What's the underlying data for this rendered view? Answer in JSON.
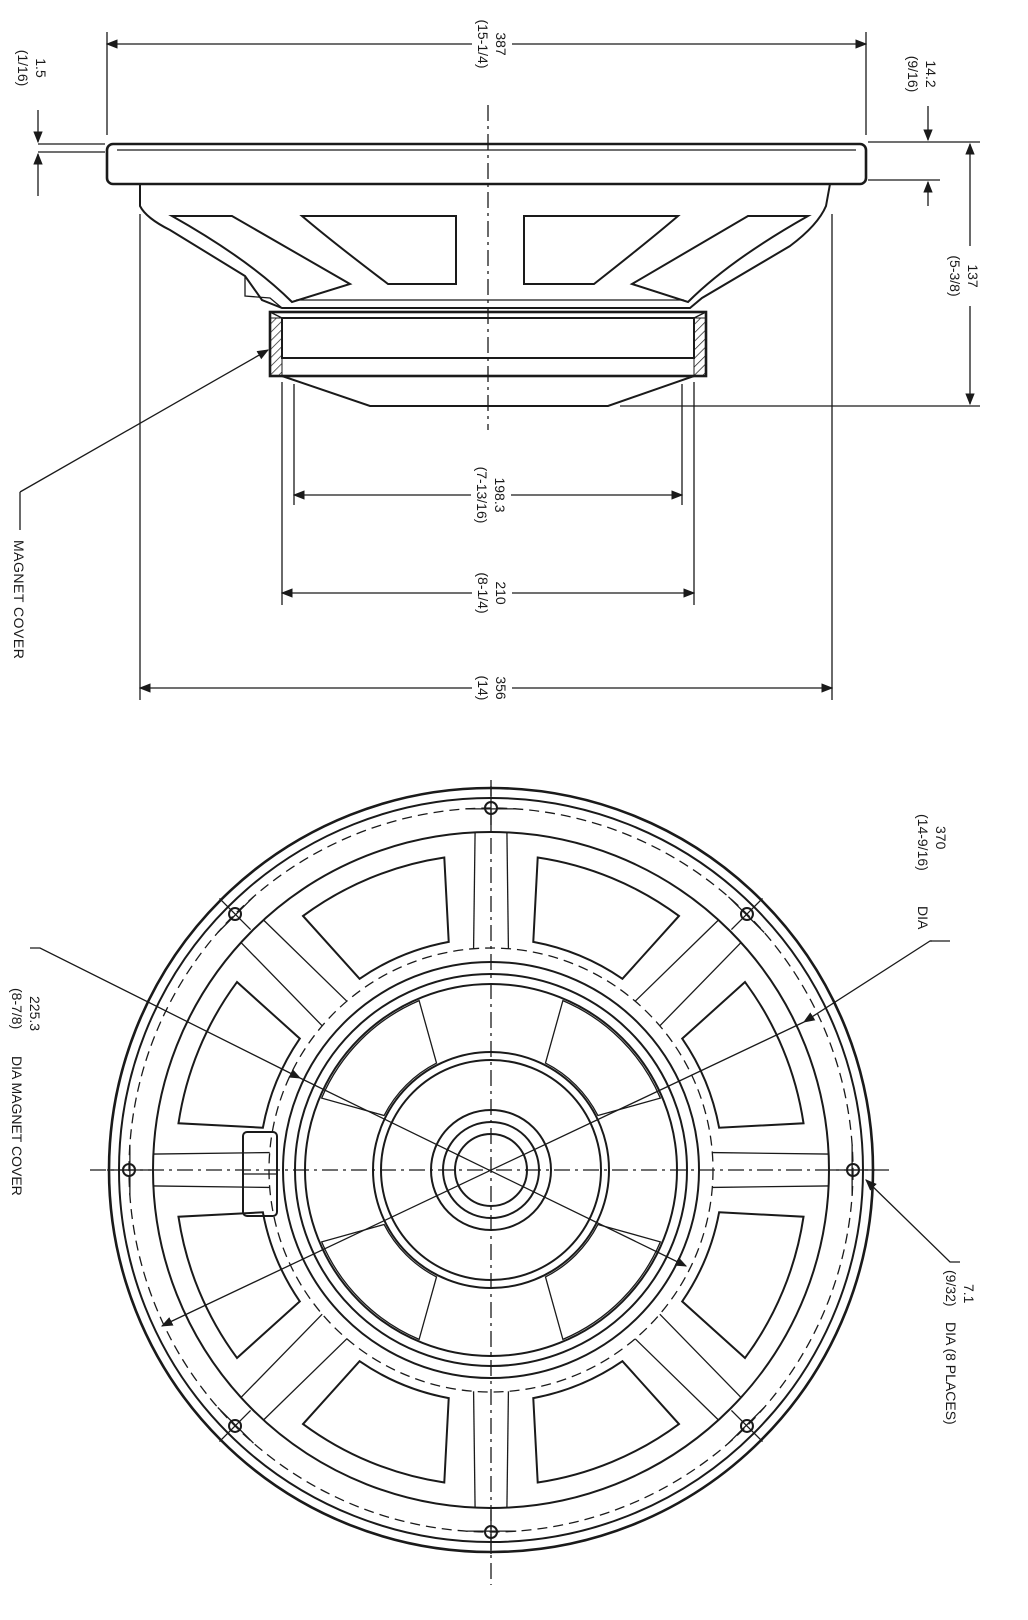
{
  "dimensions": {
    "overall_width": {
      "mm": "387",
      "in": "(15-1/4)"
    },
    "flange_thickness": {
      "mm": "1.5",
      "in": "(1/16)"
    },
    "flange_step": {
      "mm": "14.2",
      "in": "(9/16)"
    },
    "depth": {
      "mm": "137",
      "in": "(5-3/8)"
    },
    "magnet_inner": {
      "mm": "198.3",
      "in": "(7-13/16)"
    },
    "magnet_outer": {
      "mm": "210",
      "in": "(8-1/4)"
    },
    "baffle_width": {
      "mm": "356",
      "in": "(14)"
    },
    "bolt_circle": {
      "mm": "370",
      "in": "(14-9/16)",
      "suffix": "DIA"
    },
    "magnet_cover_dia": {
      "mm": "225.3",
      "in": "(8-7/8)",
      "suffix": "DIA MAGNET COVER"
    },
    "mount_hole": {
      "mm": "7.1",
      "in": "(9/32)",
      "suffix": "DIA (8 PLACES)"
    }
  },
  "labels": {
    "magnet_cover": "MAGNET COVER"
  }
}
